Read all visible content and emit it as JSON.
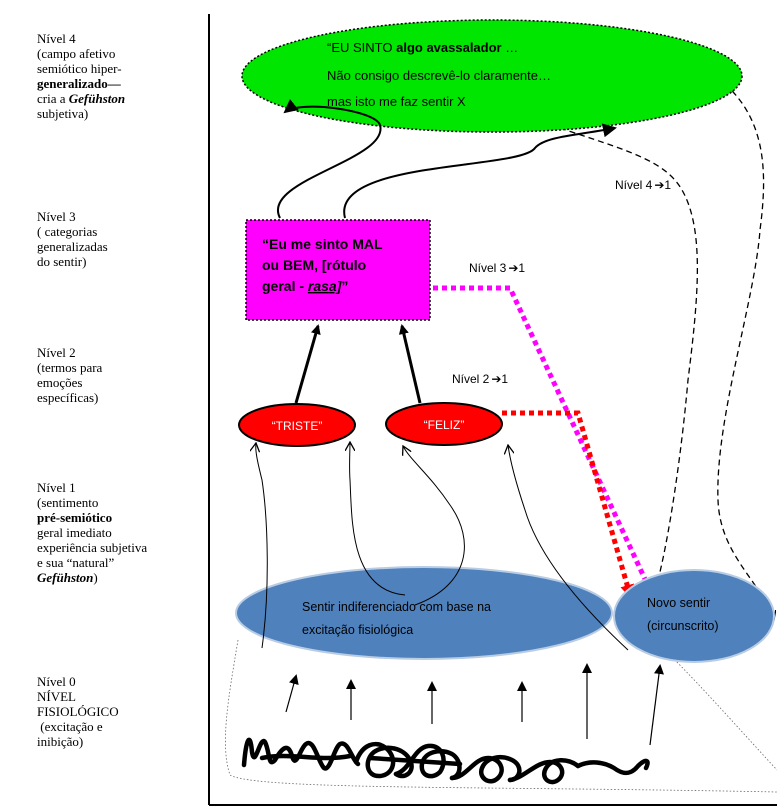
{
  "levels": [
    {
      "title": "Nível 4",
      "lines": [
        "(campo afetivo",
        "semiótico hiper-",
        "generalizado—",
        "cria a ",
        "subjetiva)"
      ],
      "emph": "Gefühston"
    },
    {
      "title": "Nível 3",
      "lines": [
        "( categorias",
        "generalizadas",
        "do sentir)"
      ]
    },
    {
      "title": "Nível 2",
      "lines": [
        "(termos para",
        "emoções",
        "específicas)"
      ]
    },
    {
      "title": "Nível 1",
      "lines": [
        "(sentimento",
        "pré-semiótico",
        "geral imediato",
        "experiência subjetiva",
        "e sua “natural”",
        "Gefühston",
        ")"
      ]
    },
    {
      "title": "Nível 0",
      "lines": [
        "NÍVEL",
        "FISIOLÓGICO",
        " (excitação e",
        "inibição)"
      ]
    }
  ],
  "nodes": {
    "level4_ellipse": {
      "line1_pre": "“EU SINTO ",
      "line1_bold": "algo avassalador",
      "line1_post": " …",
      "line2": "Não consigo descrevê-lo claramente…",
      "line3": "mas isto me faz sentir X"
    },
    "level3_box": {
      "line1": "“Eu me sinto MAL",
      "line2": "ou BEM, [rótulo",
      "line3_pre": "geral - ",
      "line3_em": "rasa]",
      "line3_post": "”"
    },
    "triste": "“TRISTE”",
    "feliz": "“FELIZ”",
    "undiff_line1": "Sentir indiferenciado com base na",
    "undiff_line2": "excitação fisiológica",
    "novo_line1": "Novo sentir",
    "novo_line2": "(circunscrito)"
  },
  "transitions": {
    "n4to1": "Nível 4",
    "n3to1": "Nível 3",
    "n2to1": "Nível 2",
    "arrow_glyph": "➔",
    "target": "1"
  },
  "colors": {
    "green": "#00e600",
    "magenta": "#ff00ff",
    "red": "#ff0000",
    "blue": "#4f81bd",
    "black": "#000000"
  }
}
